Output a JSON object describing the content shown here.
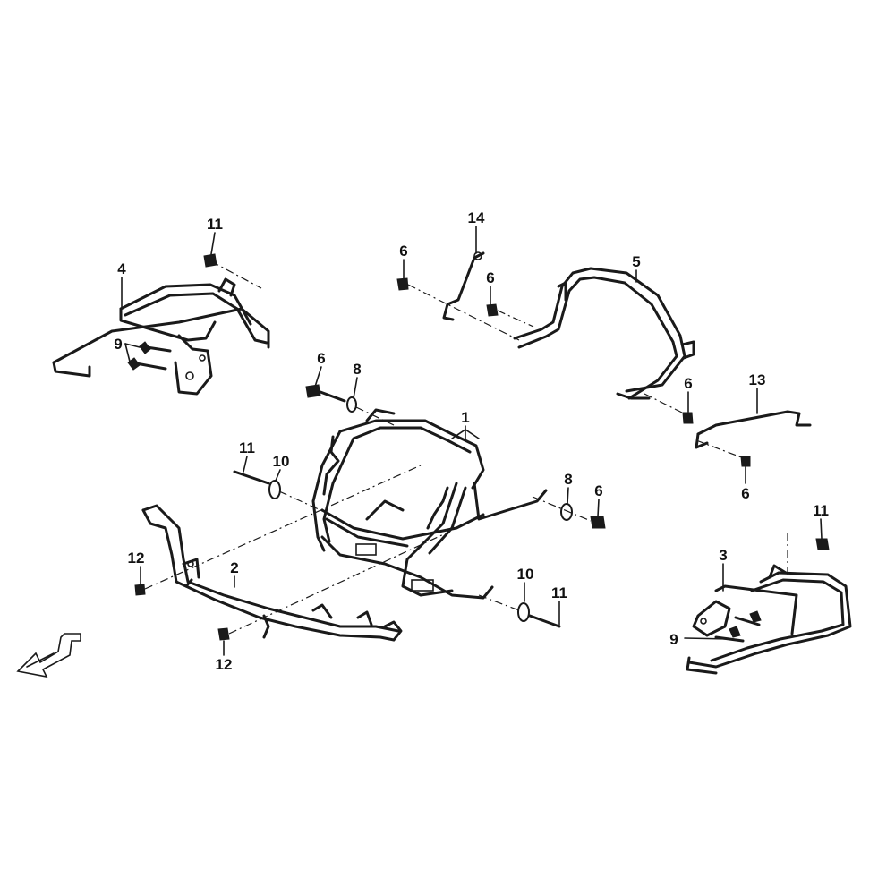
{
  "diagram": {
    "callouts": {
      "p1": "1",
      "p2": "2",
      "p3": "3",
      "p4": "4",
      "p5": "5",
      "p6": "6",
      "p8": "8",
      "p9": "9",
      "p10": "10",
      "p11": "11",
      "p12": "12",
      "p13": "13",
      "p14": "14"
    }
  }
}
